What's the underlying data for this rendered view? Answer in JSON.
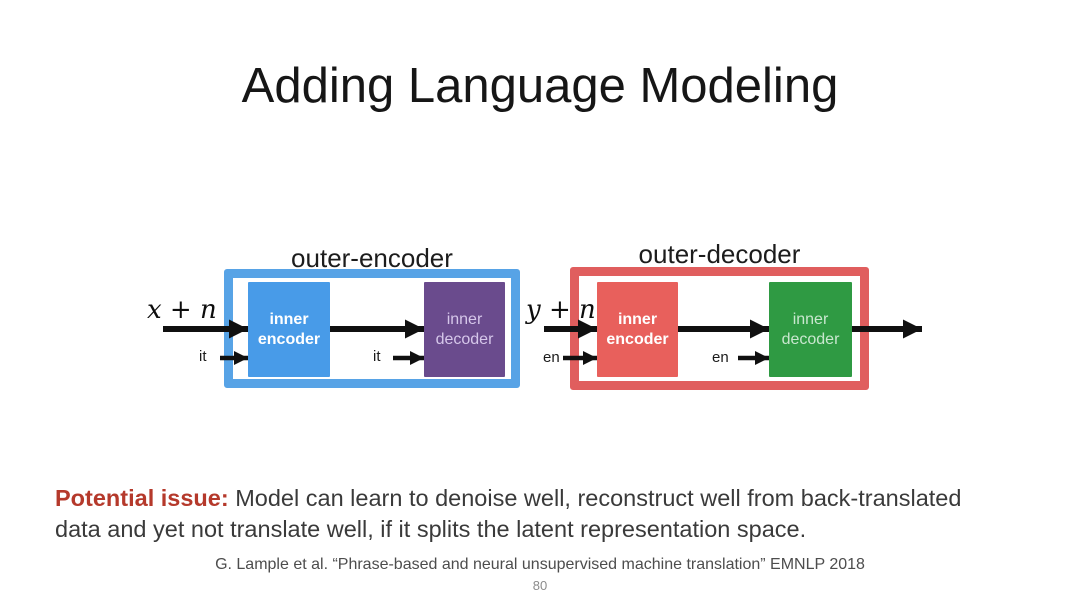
{
  "title": "Adding Language Modeling",
  "diagram": {
    "encoder_group": {
      "label": "outer-encoder",
      "input_label": "x + n",
      "lang_token_encoder": "it",
      "lang_token_decoder": "it",
      "inner_encoder": "inner encoder",
      "inner_decoder": "inner decoder"
    },
    "decoder_group": {
      "label": "outer-decoder",
      "input_label": "y + n",
      "lang_token_encoder": "en",
      "lang_token_decoder": "en",
      "inner_encoder": "inner encoder",
      "inner_decoder": "inner decoder"
    }
  },
  "issue": {
    "label": "Potential issue:",
    "lines": [
      "Model can learn to denoise well, reconstruct well from back-translated",
      "data and yet not translate well, if it splits the latent representation space."
    ]
  },
  "footer": {
    "citation": "G. Lample et al. “Phrase-based and neural unsupervised machine translation” EMNLP 2018",
    "page_number": "80"
  },
  "colors": {
    "blue-border": "#57a3e6",
    "blue-box": "#489be8",
    "purple-box": "#6a4b8d",
    "red-border": "#e05e5e",
    "red-box": "#e8605c",
    "green-box": "#2f9a43",
    "issue-red": "#b5392b",
    "arrow": "#101010"
  }
}
